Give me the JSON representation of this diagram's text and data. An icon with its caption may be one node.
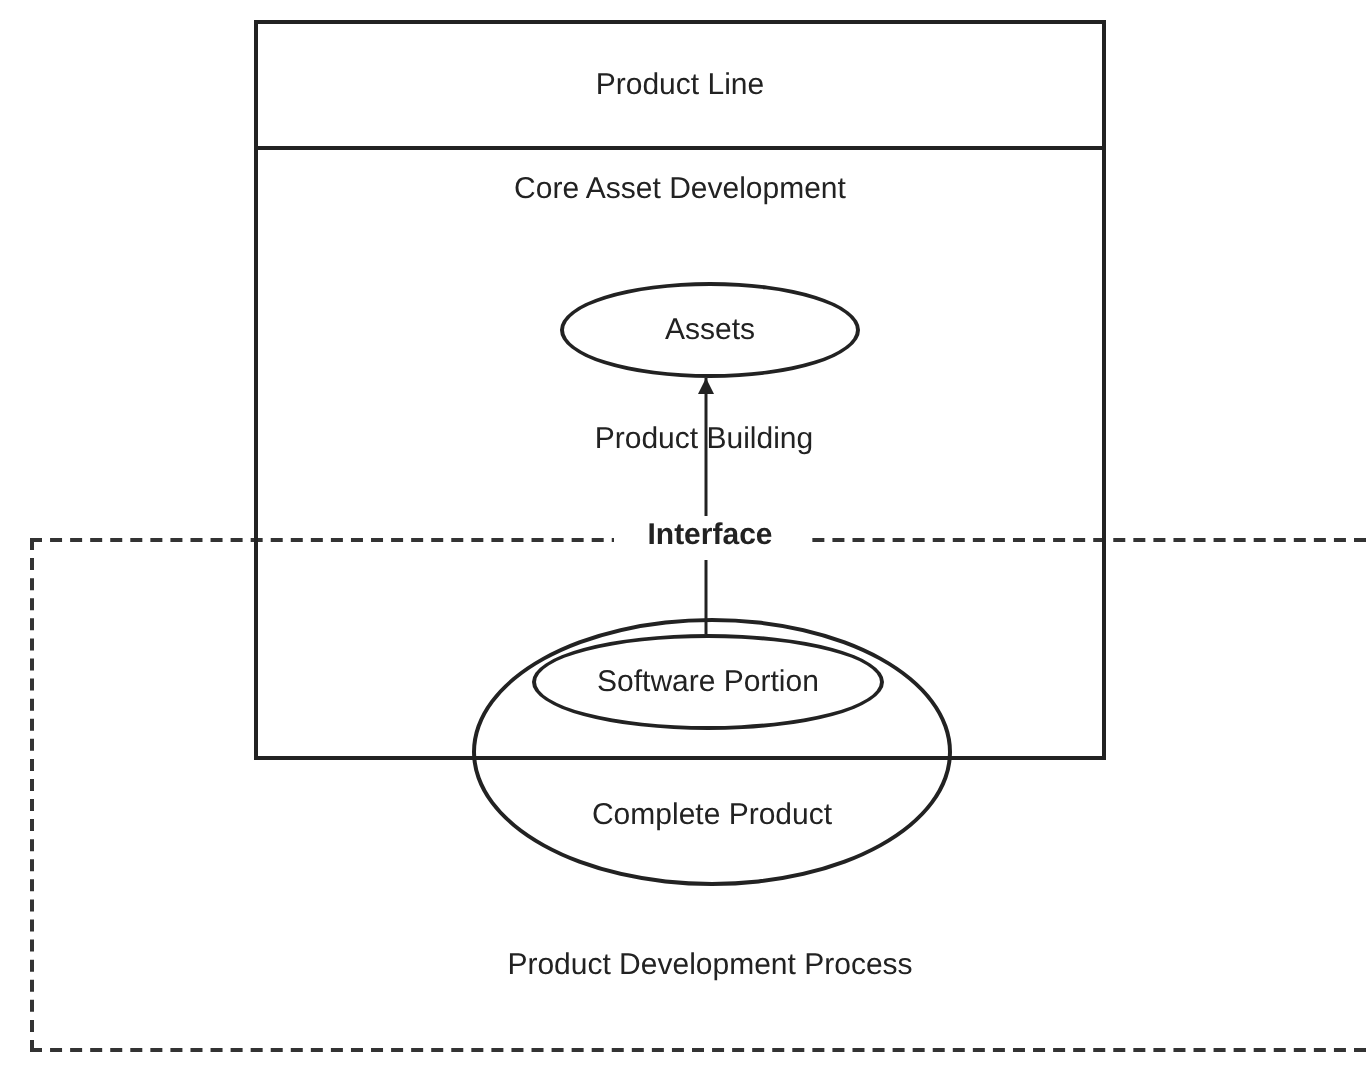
{
  "diagram": {
    "nodes": [
      {
        "text": [
          "Product Line"
        ]
      },
      {
        "text": [
          "Core Asset Development"
        ]
      },
      {
        "text": [
          "Assets"
        ],
        "in": 1
      },
      {
        "text": [
          "Product Building"
        ]
      },
      {
        "text": [
          "Interface"
        ],
        "in": 3
      },
      {
        "text": [
          "Product Development Process"
        ]
      },
      {
        "text": [
          "Complete Product"
        ],
        "in": 5
      },
      {
        "text": [
          "Software Portion"
        ]
      }
    ],
    "edges": [
      {
        "from": 7,
        "to": 4,
        "arrow": "none"
      },
      {
        "from": 4,
        "to": 2,
        "arrow": "to"
      }
    ]
  }
}
